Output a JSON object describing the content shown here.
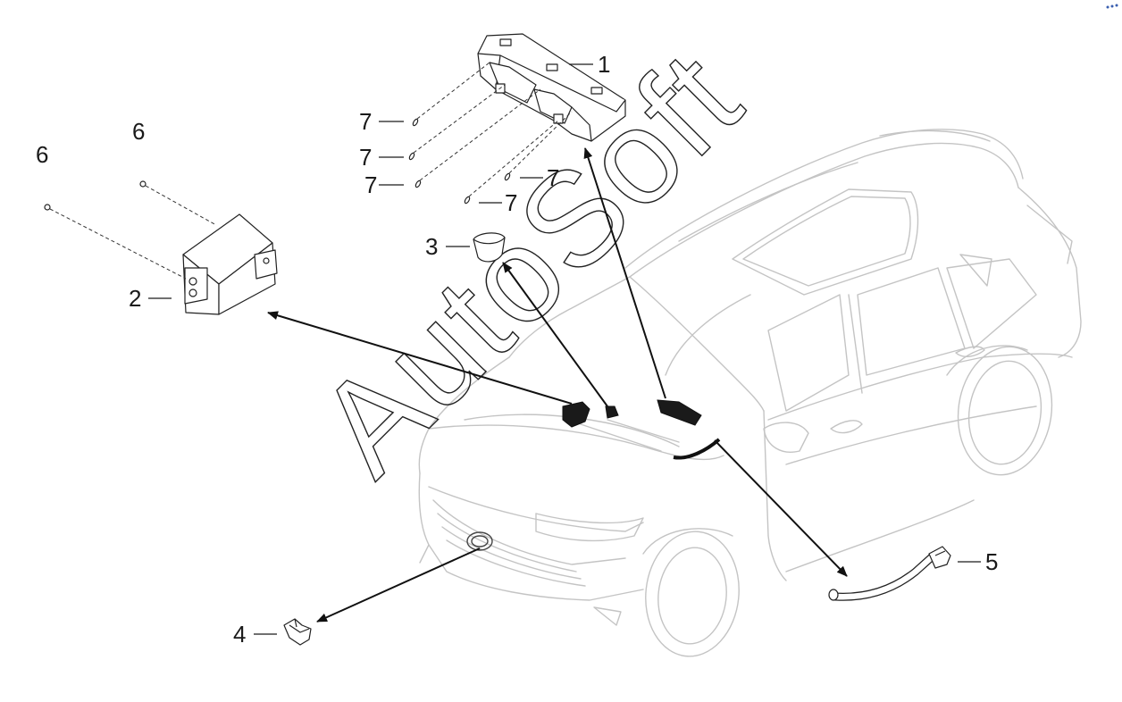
{
  "watermark": "AutoSoft",
  "callouts": {
    "c1": "1",
    "c2": "2",
    "c3": "3",
    "c4": "4",
    "c5": "5",
    "c6a": "6",
    "c6b": "6",
    "c7a": "7",
    "c7b": "7",
    "c7c": "7",
    "c7d": "7",
    "c7e": "7"
  },
  "colors": {
    "line": "#1a1a1a",
    "vehicle_outline": "#c4c4c4",
    "background": "#ffffff"
  }
}
